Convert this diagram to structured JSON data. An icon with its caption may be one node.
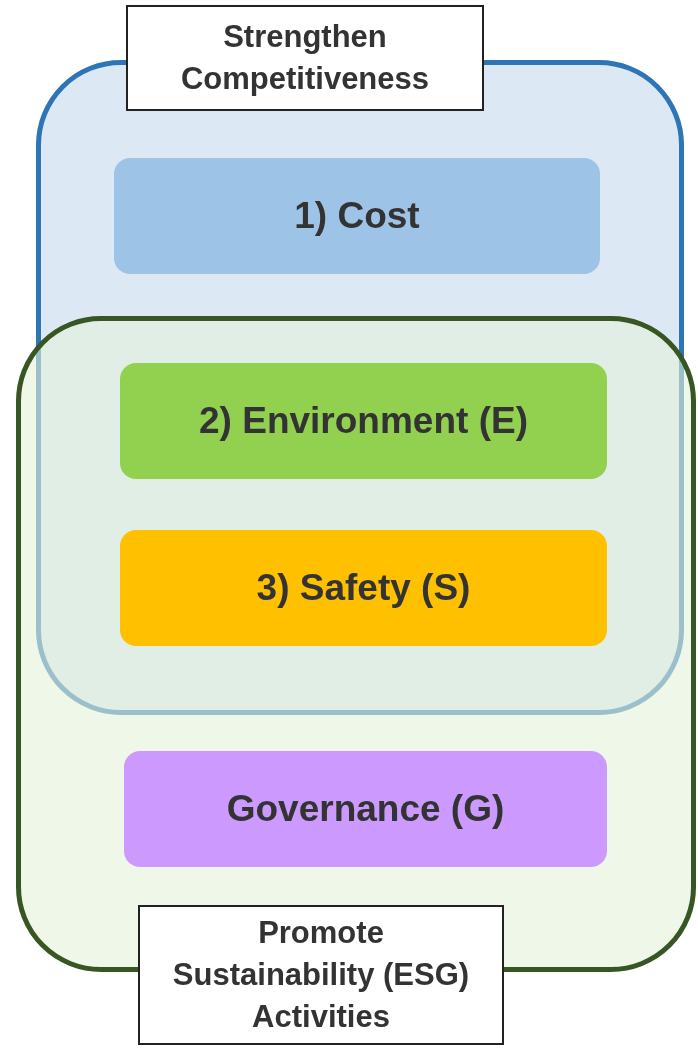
{
  "diagram": {
    "nodes": [
      {
        "text": [
          "Strengthen Competitiveness"
        ]
      },
      {
        "text": [
          "1) Cost"
        ],
        "in": 0
      },
      {
        "text": [
          "Promote Sustainability (ESG) Activities"
        ]
      },
      {
        "text": [
          "2) Environment (E)"
        ]
      },
      {
        "text": [
          "3) Safety (S)"
        ]
      },
      {
        "text": [
          "Governance (G)"
        ],
        "in": 2
      }
    ]
  }
}
